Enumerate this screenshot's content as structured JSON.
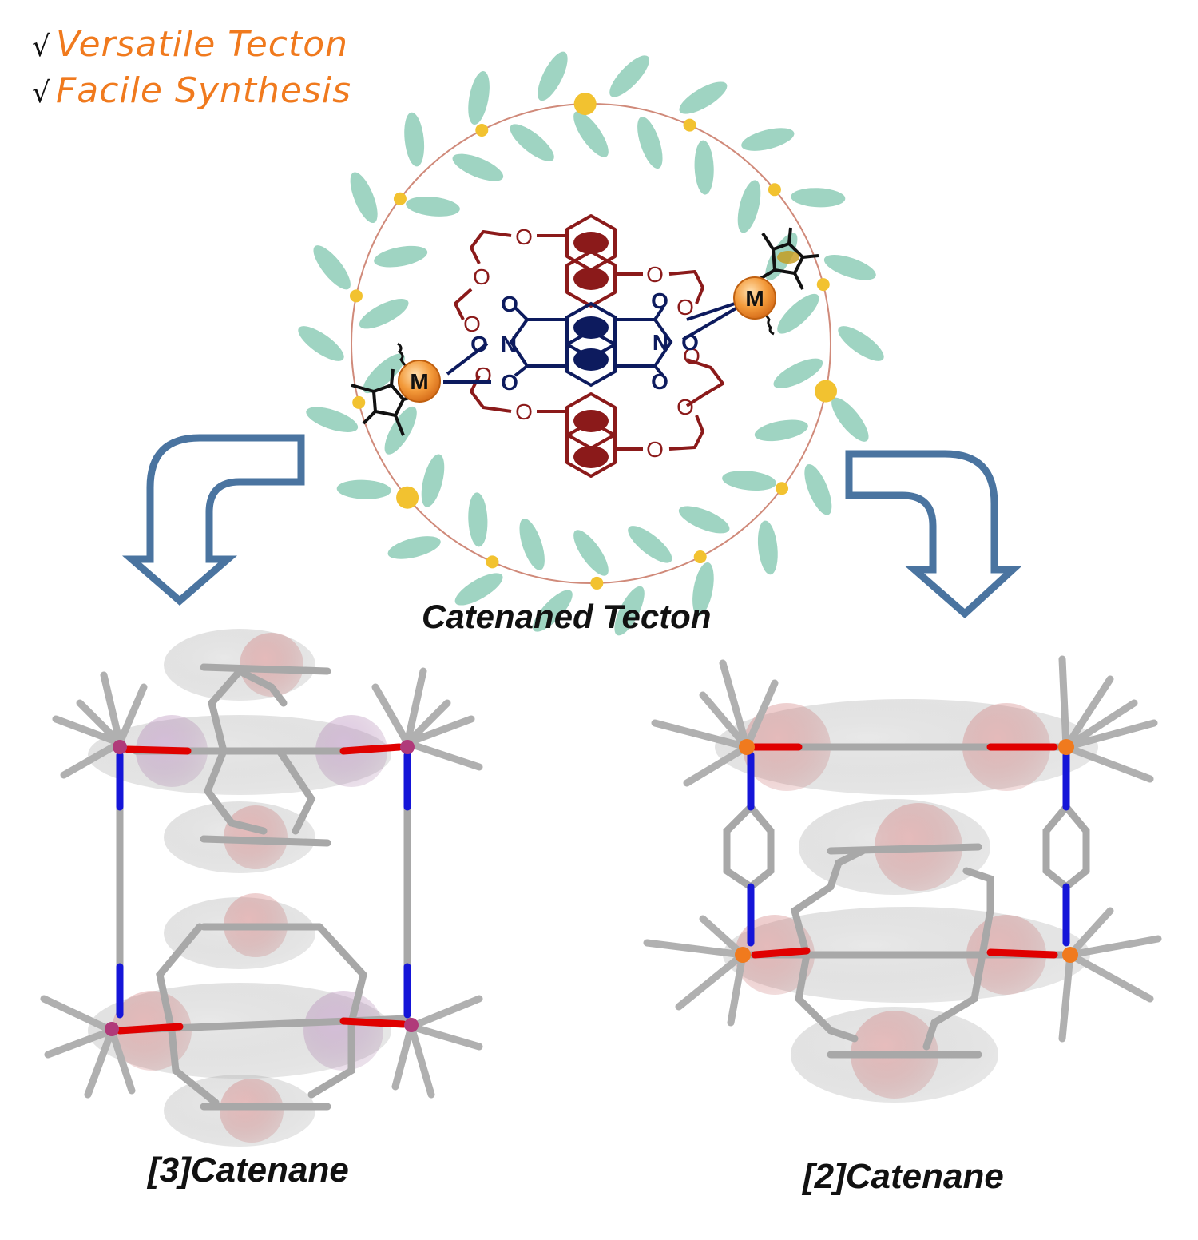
{
  "features": [
    {
      "check": "√",
      "text": "Versatile Tecton"
    },
    {
      "check": "√",
      "text": "Facile Synthesis"
    }
  ],
  "tecton": {
    "caption": "Catenaned Tecton",
    "metal_label": "M",
    "oxygen_label": "O",
    "nitrogen_label": "N"
  },
  "products": [
    {
      "caption": "[3]Catenane"
    },
    {
      "caption": "[2]Catenane"
    }
  ],
  "colors": {
    "feature_text": "#f07a1e",
    "crown_ether": "#8b1a1a",
    "ndi_core": "#0d1b5e",
    "metal": "#f39a3a",
    "leaf": "#9fd4c2",
    "arrow": "#4a74a0",
    "ir_metal": "#b03a7a",
    "rh_metal": "#f07a1e"
  }
}
